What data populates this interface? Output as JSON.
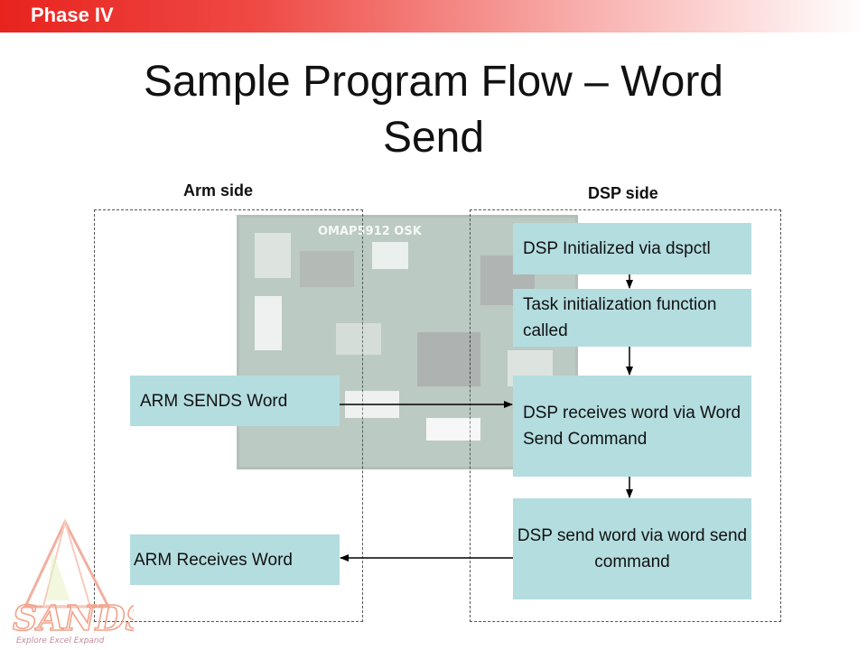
{
  "header": {
    "phase_label": "Phase IV"
  },
  "slide": {
    "title": "Sample Program Flow – Word Send"
  },
  "columns": {
    "arm_label": "Arm side",
    "dsp_label": "DSP side"
  },
  "board_photo": {
    "silkscreen_text": "OMAP5912 OSK"
  },
  "arm_boxes": [
    {
      "label": "ARM SENDS Word"
    },
    {
      "label": "ARM Receives Word"
    }
  ],
  "dsp_boxes": [
    {
      "label": "DSP Initialized via dspctl"
    },
    {
      "label": "Task initialization function called"
    },
    {
      "label": "DSP receives word via Word Send Command"
    },
    {
      "label": "DSP send word via word send command"
    }
  ],
  "logo": {
    "text": "SANDS",
    "tagline": "Explore Excel Expand"
  },
  "colors": {
    "box_fill": "#b4dde0",
    "accent_red": "#e8231e",
    "logo_orange": "#f2a28a"
  }
}
